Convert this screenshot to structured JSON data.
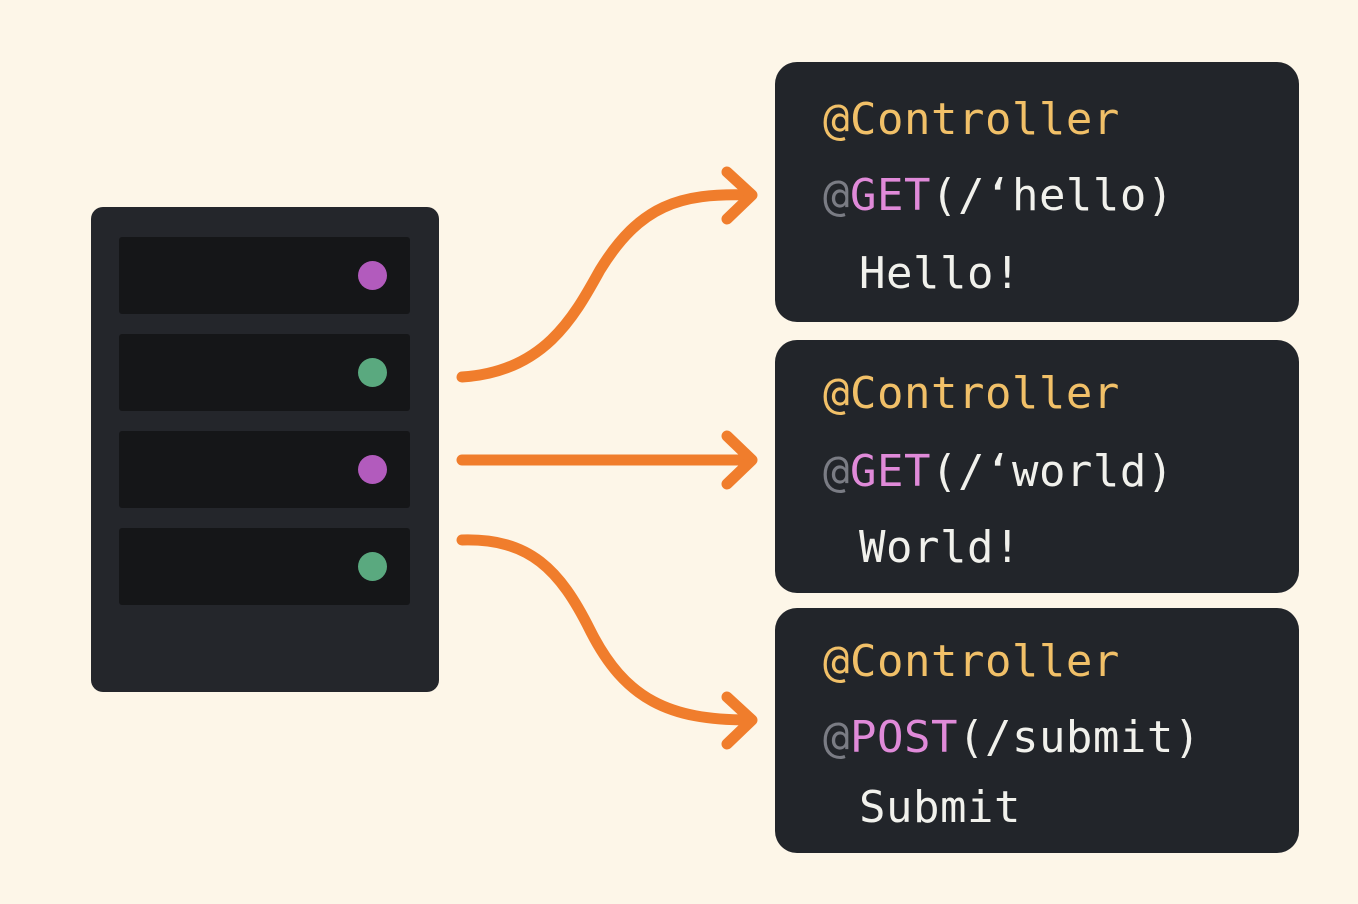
{
  "server": {
    "slots": [
      {
        "led_color": "#b25bbd"
      },
      {
        "led_color": "#5aa97f"
      },
      {
        "led_color": "#b25bbd"
      },
      {
        "led_color": "#5aa97f"
      }
    ]
  },
  "colors": {
    "background": "#fdf6e8",
    "arrow": "#f07d2c",
    "annotation": "#f1c068",
    "http_verb": "#e08ad9",
    "at_sign": "#7a7c84",
    "text": "#f1f1ec",
    "card": "#22252a"
  },
  "routes": [
    {
      "annotation": "@Controller",
      "at": "@",
      "verb": "GET",
      "path": "(/‘hello)",
      "body": "Hello!"
    },
    {
      "annotation": "@Controller",
      "at": "@",
      "verb": "GET",
      "path": "(/‘world)",
      "body": "World!"
    },
    {
      "annotation": "@Controller",
      "at": "@",
      "verb": "POST",
      "path": "(/submit)",
      "body": "Submit"
    }
  ]
}
